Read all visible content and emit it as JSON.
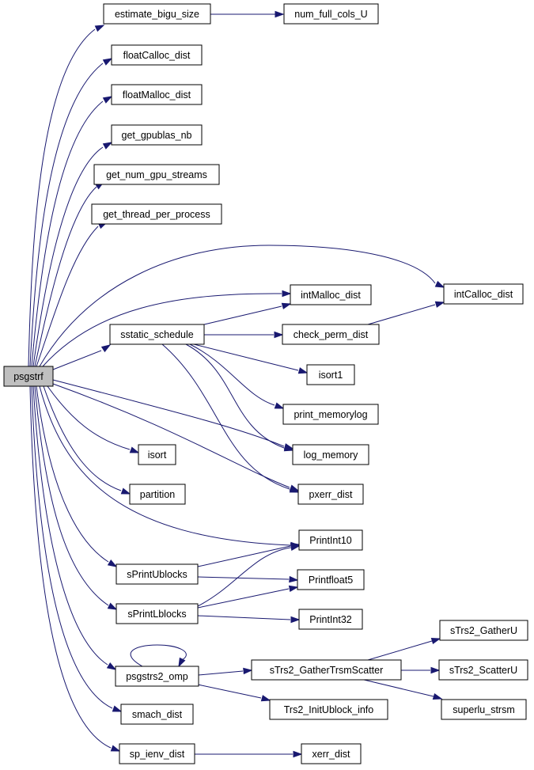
{
  "colors": {
    "edge": "#191970",
    "node_fill": "#ffffff",
    "root_fill": "#bfbfbf",
    "border": "#000000"
  },
  "nodes": {
    "root": "psgstrf",
    "estimate_bigu_size": "estimate_bigu_size",
    "num_full_cols_U": "num_full_cols_U",
    "floatCalloc_dist": "floatCalloc_dist",
    "floatMalloc_dist": "floatMalloc_dist",
    "get_gpublas_nb": "get_gpublas_nb",
    "get_num_gpu_streams": "get_num_gpu_streams",
    "get_thread_per_process": "get_thread_per_process",
    "intCalloc_dist": "intCalloc_dist",
    "intMalloc_dist": "intMalloc_dist",
    "sstatic_schedule": "sstatic_schedule",
    "check_perm_dist": "check_perm_dist",
    "isort1": "isort1",
    "print_memorylog": "print_memorylog",
    "log_memory": "log_memory",
    "isort": "isort",
    "partition": "partition",
    "pxerr_dist": "pxerr_dist",
    "PrintInt10": "PrintInt10",
    "sPrintUblocks": "sPrintUblocks",
    "Printfloat5": "Printfloat5",
    "sPrintLblocks": "sPrintLblocks",
    "PrintInt32": "PrintInt32",
    "sTrs2_GatherU": "sTrs2_GatherU",
    "psgstrs2_omp": "psgstrs2_omp",
    "sTrs2_GatherTrsmScatter": "sTrs2_GatherTrsmScatter",
    "sTrs2_ScatterU": "sTrs2_ScatterU",
    "Trs2_InitUblock_info": "Trs2_InitUblock_info",
    "superlu_strsm": "superlu_strsm",
    "smach_dist": "smach_dist",
    "sp_ienv_dist": "sp_ienv_dist",
    "xerr_dist": "xerr_dist"
  }
}
